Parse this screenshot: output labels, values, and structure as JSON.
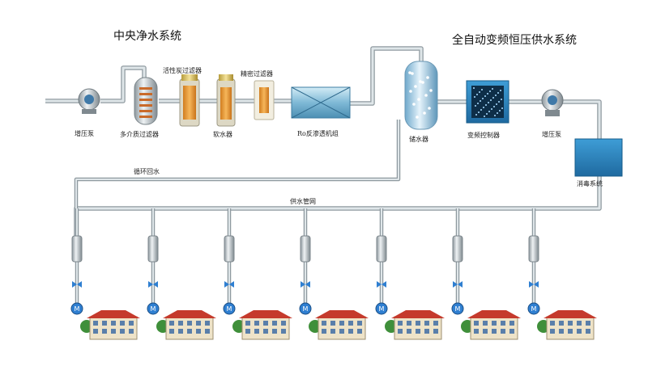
{
  "titles": {
    "left": "中央净水系统",
    "right": "全自动变频恒压供水系统"
  },
  "labels": {
    "booster_pump_1": "增压泵",
    "multimedia_filter": "多介质过滤器",
    "carbon_filter": "活性炭过滤器",
    "softener": "软水器",
    "precision_filter": "精密过滤器",
    "ro_unit": "Ro反渗透机组",
    "storage_tank": "储水器",
    "vfd_controller": "变频控制器",
    "booster_pump_2": "增压泵",
    "disinfection": "消毒系统",
    "recirculation": "循环回水",
    "supply_network": "供水管网"
  },
  "colors": {
    "pipe": "#b9c3c8",
    "pipe_edge": "#8f9aa0",
    "tank_blue": "#2e7fb6",
    "filter_orange": "#e89b3c",
    "house_roof": "#c53a2c",
    "valve_blue": "#2f7fd1"
  },
  "building_count": 7
}
